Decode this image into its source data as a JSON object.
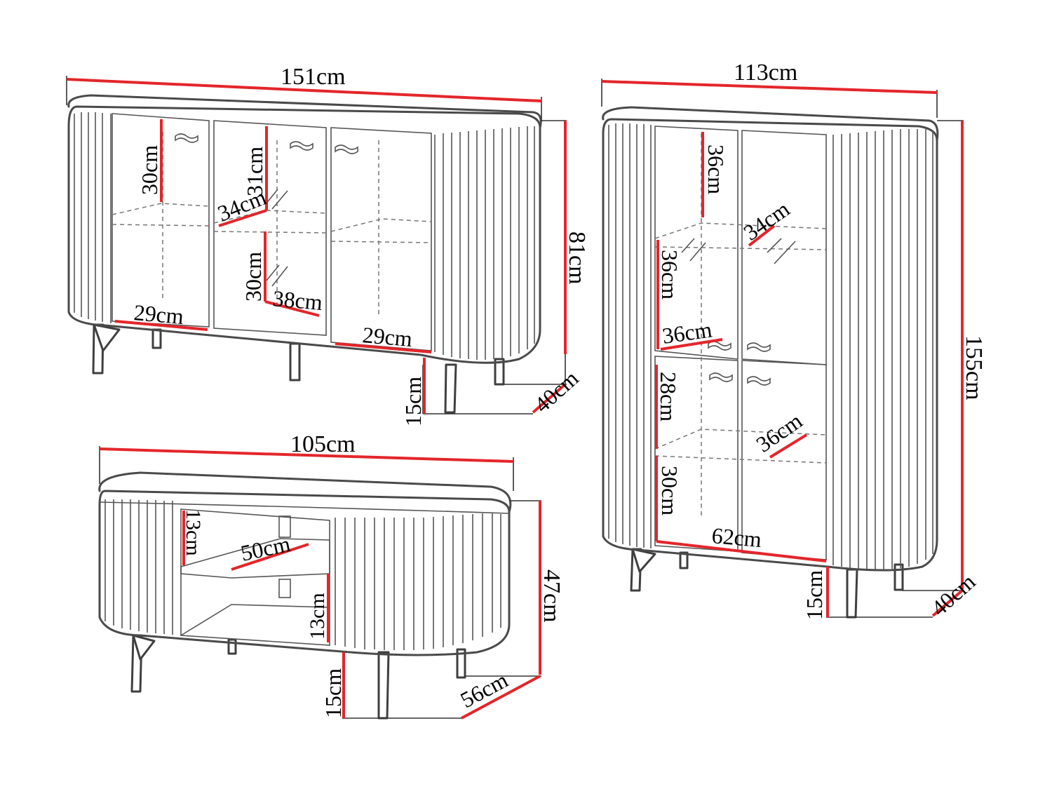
{
  "colors": {
    "dimension": "#e3262b",
    "outline": "#4a4a4a",
    "text": "#111111",
    "background": "#ffffff"
  },
  "unit": "cm",
  "sideboard": {
    "width": "151",
    "height": "81",
    "depth": "40",
    "leg_height": "15",
    "shelf_top_height": "30",
    "shelf_mid_top_height": "31",
    "shelf_mid_depth": "34",
    "shelf_mid_bottom_height": "30",
    "door_width": "38",
    "left_compartment_width": "29",
    "right_compartment_width": "29"
  },
  "cabinet": {
    "width": "113",
    "height": "155",
    "depth": "40",
    "leg_height": "15",
    "upper_shelf_height": "36",
    "upper_shelf_depth": "34",
    "middle_shelf_height": "36",
    "middle_shelf_width": "36",
    "lower_shelf_height": "28",
    "lower_shelf_depth": "36",
    "bottom_shelf_height": "30",
    "inner_width": "62"
  },
  "coffee_table": {
    "width": "105",
    "height": "47",
    "depth": "56",
    "leg_height": "15",
    "upper_niche_height": "13",
    "shelf_width": "50",
    "lower_niche_height": "13"
  }
}
